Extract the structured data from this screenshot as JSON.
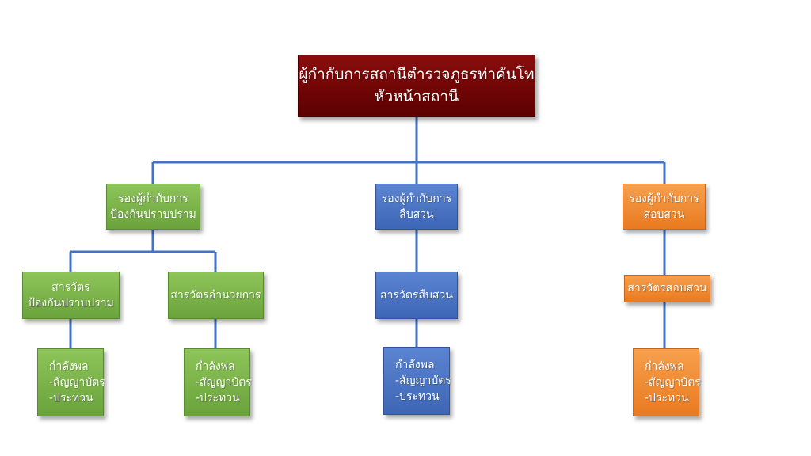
{
  "diagram": {
    "line_color": "#4472c4",
    "colors": {
      "top": "#6b0000",
      "prevention": "#78b043",
      "investigation": "#4a74c4",
      "inquiry": "#f08a2e"
    },
    "top": {
      "line1": "ผู้กำกับการสถานีตำรวจภูธรท่าคันโท",
      "line2": "หัวหน้าสถานี"
    },
    "deputies": {
      "prevention": {
        "line1": "รองผู้กำกับการ",
        "line2": "ป้องกันปราบปราม"
      },
      "investigation": {
        "line1": "รองผู้กำกับการ",
        "line2": "สืบสวน"
      },
      "inquiry": {
        "line1": "รองผู้กำกับการ",
        "line2": "สอบสวน"
      }
    },
    "inspectors": {
      "prevention": {
        "line1": "สารวัตร",
        "line2": "ป้องกันปราบปราม"
      },
      "administration": {
        "line1": "สารวัตรอำนวยการ"
      },
      "investigation": {
        "line1": "สารวัตรสืบสวน"
      },
      "inquiry": {
        "line1": "สารวัตรสอบสวน"
      }
    },
    "forces": {
      "prevention": {
        "line1": "กำลังพล",
        "line2": "-สัญญาบัตร",
        "line3": "-ประทวน"
      },
      "administration": {
        "line1": "กำลังพล",
        "line2": "-สัญญาบัตร",
        "line3": "-ประทวน"
      },
      "investigation": {
        "line1": "กำลังพล",
        "line2": "-สัญญาบัตร",
        "line3": "-ประทวน"
      },
      "inquiry": {
        "line1": "กำลังพล",
        "line2": "-สัญญาบัตร",
        "line3": "-ประทวน"
      }
    }
  }
}
